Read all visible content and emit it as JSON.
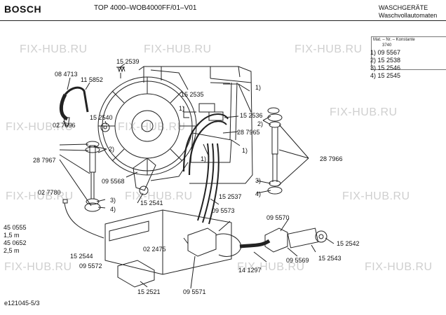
{
  "header": {
    "brand": "BOSCH",
    "model": "TOP 4000–WOB4000FF/01–V01",
    "category_line1": "WASCHGERÄTE",
    "category_line2": "Waschvollautomaten"
  },
  "constant_box": {
    "label": "Mat. – Nr. – Konstante",
    "value": "3740"
  },
  "variants": [
    "1)  09 5567",
    "2)  15 2538",
    "3)  15 2546",
    "4)  15 2545"
  ],
  "part_labels": {
    "p152539": "15 2539",
    "p084713": "08 4713",
    "p115852": "11 5852",
    "p152535": "15 2535",
    "p152540": "15 2540",
    "p027696": "02 7696",
    "p152536": "15 2536",
    "p287965": "28 7965",
    "p287967": "28 7967",
    "p287966": "28 7966",
    "p095568": "09 5568",
    "p027780": "02 7780",
    "p152541": "15 2541",
    "p152537": "15 2537",
    "p450555": "45 0555",
    "p15m": "1,5 m",
    "p450652": "45 0652",
    "p25m": "2,5 m",
    "p095573": "09 5573",
    "p095570": "09 5570",
    "p152544": "15 2544",
    "p022475": "02 2475",
    "p095572": "09 5572",
    "p141297": "14 1297",
    "p095569": "09 5569",
    "p152543": "15 2543",
    "p152542": "15 2542",
    "p152521": "15 2521",
    "p095571": "09 5571"
  },
  "callouts": {
    "c1a": "1)",
    "c1b": "1)",
    "c1c": "1)",
    "c1d": "1)",
    "c2a": "2)",
    "c2b": "2)",
    "c3a": "3)",
    "c3b": "3)",
    "c4a": "4)",
    "c4b": "4)"
  },
  "footer": {
    "doc_id": "e121045-5/3"
  },
  "watermark": {
    "text": "FIX-HUB.RU"
  }
}
